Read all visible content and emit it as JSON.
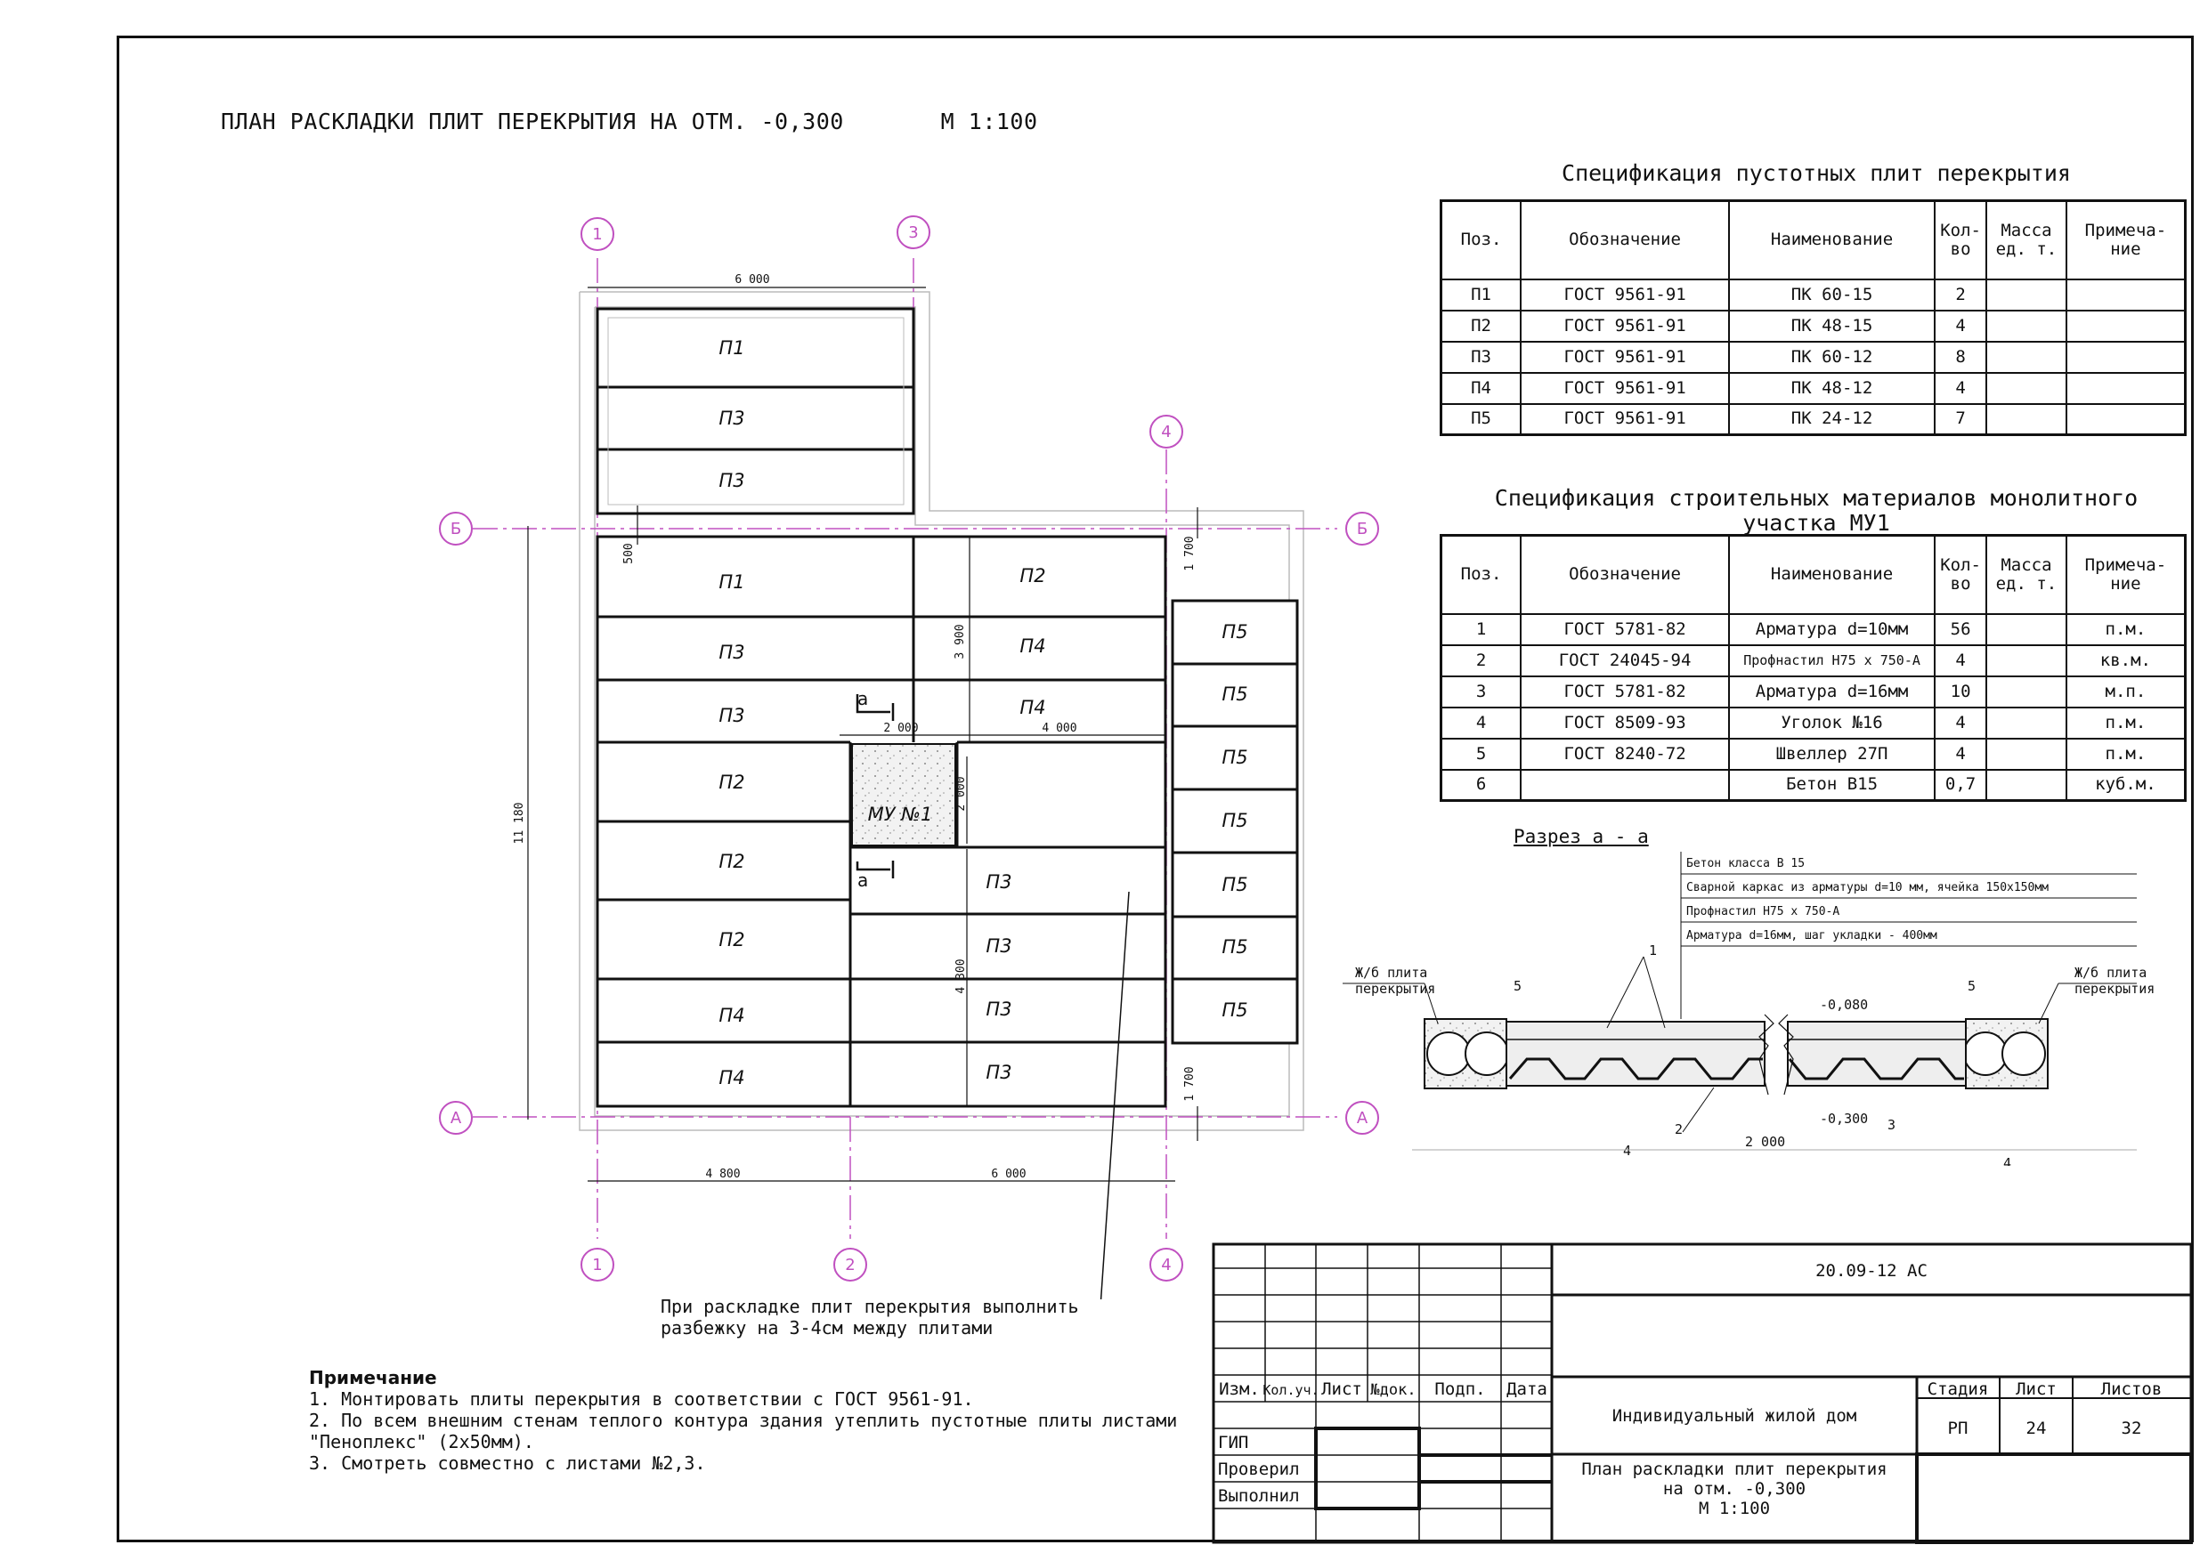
{
  "plan": {
    "title": "ПЛАН РАСКЛАДКИ ПЛИТ ПЕРЕКРЫТИЯ НА ОТМ. -0,300       М 1:100",
    "axes": {
      "a1": "1",
      "a2": "2",
      "a3": "3",
      "a4": "4",
      "aA": "А",
      "aB": "Б"
    },
    "dims": {
      "d6000_top": "6 000",
      "d500": "500",
      "d1700_top": "1 700",
      "d3900": "3 900",
      "d11180": "11 180",
      "d2000_h": "2 000",
      "d4000": "4 000",
      "d2000_v": "2 000",
      "d4300": "4 300",
      "d1700_bot": "1 700",
      "d4800": "4 800",
      "d6000_bot": "6 000"
    },
    "slabs": {
      "s1": "П1",
      "s2": "П3",
      "s3": "П3",
      "s4": "П1",
      "s5": "П3",
      "s6": "П3",
      "s7": "П2",
      "s8": "П2",
      "s9": "П2",
      "s10": "П4",
      "s11": "П4",
      "s12": "П2",
      "s13": "П4",
      "s14": "П4",
      "s15": "П3",
      "s16": "П3",
      "s17": "П3",
      "s18": "П3",
      "p5": "П5"
    },
    "mu": "МУ №1",
    "cut_a": "а",
    "callout": [
      "При раскладке плит перекрытия выполнить",
      "разбежку на 3-4см между плитами"
    ]
  },
  "spec1": {
    "title": "Спецификация  пустотных плит перекрытия",
    "headers": [
      "Поз.",
      "Обозначение",
      "Наименование",
      "Кол-во",
      "Масса ед. т.",
      "Примеча-ние"
    ],
    "rows": [
      [
        "П1",
        "ГОСТ 9561-91",
        "ПК 60-15",
        "2",
        "",
        ""
      ],
      [
        "П2",
        "ГОСТ 9561-91",
        "ПК 48-15",
        "4",
        "",
        ""
      ],
      [
        "П3",
        "ГОСТ 9561-91",
        "ПК 60-12",
        "8",
        "",
        ""
      ],
      [
        "П4",
        "ГОСТ 9561-91",
        "ПК 48-12",
        "4",
        "",
        ""
      ],
      [
        "П5",
        "ГОСТ 9561-91",
        "ПК 24-12",
        "7",
        "",
        ""
      ]
    ]
  },
  "spec2": {
    "title1": "Спецификация  строительных материалов монолитного",
    "title2": "участка МУ1",
    "rows": [
      [
        "1",
        "ГОСТ 5781-82",
        "Арматура d=10мм",
        "56",
        "",
        "п.м."
      ],
      [
        "2",
        "ГОСТ 24045-94",
        "Профнастил Н75 х 750-А",
        "4",
        "",
        "кв.м."
      ],
      [
        "3",
        "ГОСТ 5781-82",
        "Арматура d=16мм",
        "10",
        "",
        "м.п."
      ],
      [
        "4",
        "ГОСТ 8509-93",
        "Уголок №16",
        "4",
        "",
        "п.м."
      ],
      [
        "5",
        "ГОСТ 8240-72",
        "Швеллер 27П",
        "4",
        "",
        "п.м."
      ],
      [
        "6",
        "",
        "Бетон В15",
        "0,7",
        "",
        "куб.м."
      ]
    ]
  },
  "section": {
    "title": "Разрез а - а",
    "layers": [
      "Бетон  класса  В 15",
      "Сварной  каркас  из  арматуры  d=10 мм, ячейка 150х150мм",
      "Профнастил  Н75 х 750-А",
      "Арматура  d=16мм, шаг укладки - 400мм"
    ],
    "left_label": [
      "Ж/б плита",
      "перекрытия"
    ],
    "right_label": [
      "Ж/б плита",
      "перекрытия"
    ],
    "marks": {
      "m1": "1",
      "m2": "2",
      "m3": "3",
      "m4a": "4",
      "m4b": "4",
      "m5a": "5",
      "m5b": "5"
    },
    "levels": {
      "top": "-0,080",
      "bot": "-0,300"
    },
    "span": "2 000"
  },
  "notes": {
    "title": "Примечание",
    "items": [
      "1. Монтировать плиты перекрытия в соответствии с ГОСТ 9561-91.",
      "2. По всем внешним стенам теплого контура здания утеплить пустотные плиты листами",
      "\"Пеноплекс\" (2х50мм).",
      "3. Смотреть совместно с листами №2,3."
    ]
  },
  "titleblock": {
    "code": "20.09-12 АС",
    "cols": [
      "Изм.",
      "Кол.уч.",
      "Лист",
      "№док.",
      "Подп.",
      "Дата"
    ],
    "gip": "ГИП",
    "checked": "Проверил",
    "made": "Выполнил",
    "project": "Индивидуальный жилой дом",
    "stage_h": "Стадия",
    "sheet_h": "Лист",
    "sheets_h": "Листов",
    "stage": "РП",
    "sheet": "24",
    "sheets": "32",
    "sheet_title": [
      "План раскладки плит перекрытия",
      "на отм. -0,300",
      "М 1:100"
    ]
  }
}
